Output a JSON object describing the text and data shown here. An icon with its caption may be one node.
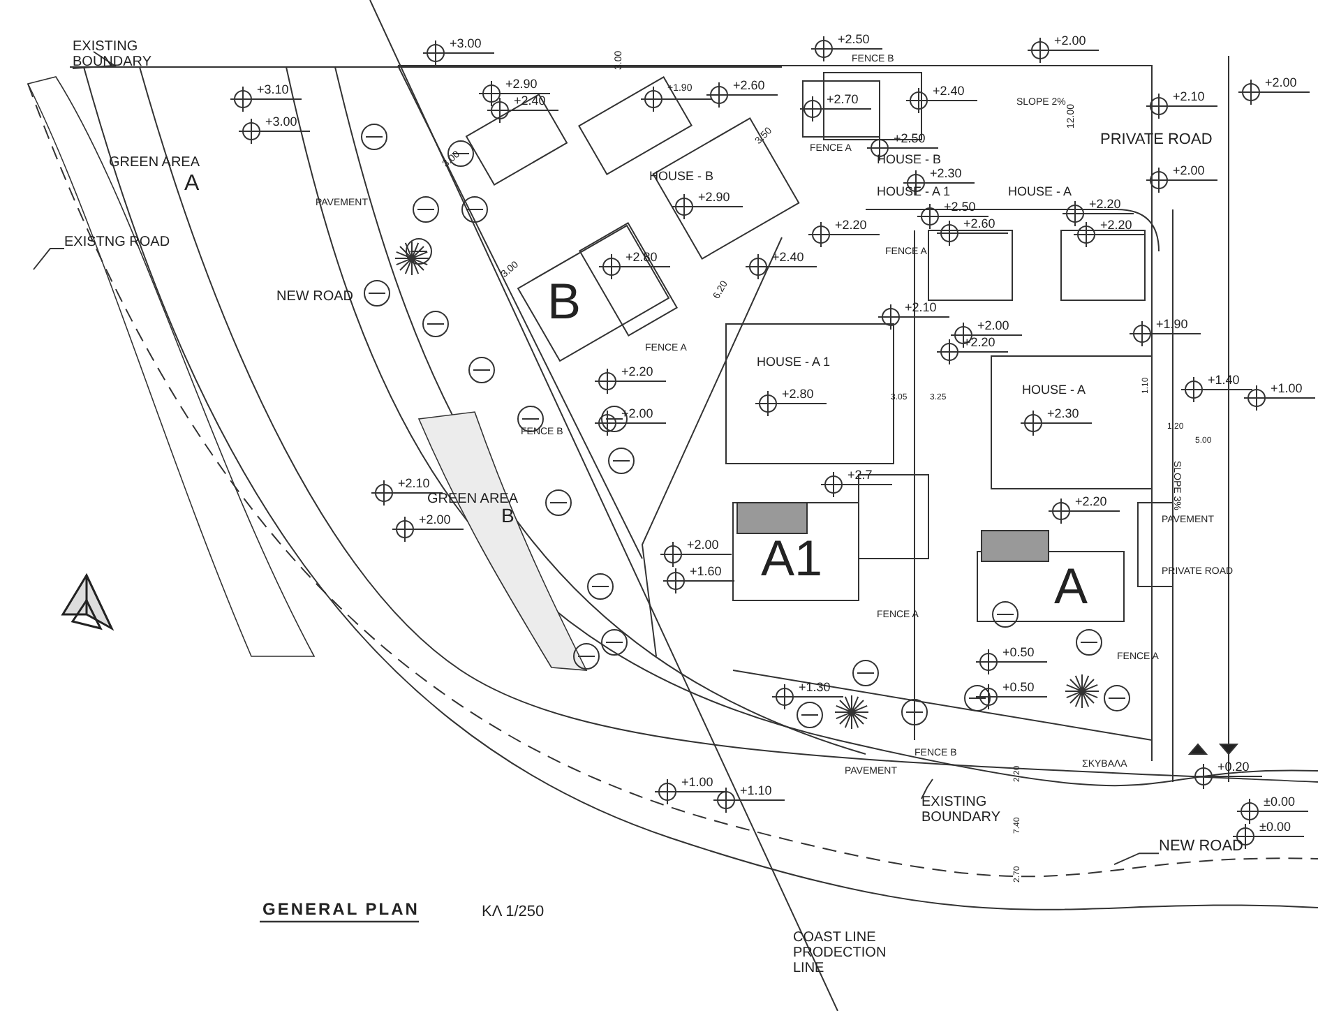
{
  "diagram": {
    "title": "GENERAL PLAN",
    "nodes": [
      {
        "text": [
          "EXISTING BOUNDARY"
        ]
      },
      {
        "text": [
          "EXISTNG ROAD"
        ]
      },
      {
        "text": [
          "EXISTING BOUNDARY"
        ]
      },
      {
        "text": [
          "NEW ROAD"
        ]
      }
    ],
    "edges": [
      {
        "from": 0,
        "to": null,
        "arrow": "none"
      },
      {
        "from": 1,
        "to": null,
        "arrow": "none"
      },
      {
        "from": 2,
        "to": null,
        "arrow": "none"
      },
      {
        "from": 3,
        "to": null,
        "arrow": "none"
      }
    ],
    "labels": [
      "+3.00",
      "+2.50",
      "FENCE B",
      "+2.00",
      "+3.10",
      "+3.00",
      "+2.90",
      "+2.40",
      "+1.90",
      "+2.60",
      "3.00",
      "+2.70",
      "+2.40",
      "SLOPE 2%",
      "+2.10",
      "+2.00",
      "GREEN AREA",
      "A",
      "PAVEMENT",
      "3.00",
      "HOUSE - B",
      "+2.90",
      "FENCE A",
      "3.50",
      "+2.50",
      "12.00",
      "PRIVATE ROAD",
      "HOUSE - B",
      "+2.30",
      "+2.00",
      "HOUSE - A 1",
      "+2.50",
      "HOUSE - A",
      "+2.20",
      "+2.20",
      "+2.60",
      "+2.20",
      "FENCE A",
      "+2.80",
      "+2.40",
      "3.00",
      "6.20",
      "NEW ROAD",
      "B",
      "+2.10",
      "+2.00",
      "+2.20",
      "+1.90",
      "FENCE A",
      "HOUSE - A 1",
      "+2.20",
      "+2.80",
      "3.05",
      "3.25",
      "HOUSE - A",
      "+2.30",
      "1.10",
      "+1.40",
      "+1.00",
      "+2.00",
      "1.20",
      "5.00",
      "FENCE B",
      "SLOPE 3%",
      "+2.10",
      "GREEN AREA",
      "B",
      "+2.00",
      "+2.7",
      "+2.20",
      "PAVEMENT",
      "+2.00",
      "+1.60",
      "A1",
      "PRIVATE ROAD",
      "A",
      "FENCE A",
      "+0.50",
      "FENCE A",
      "+1.30",
      "+0.50",
      "FENCE B",
      "PAVEMENT",
      "ΣΚΥΒΑΛΑ",
      "+0.20",
      "2.20",
      "+1.00",
      "+1.10",
      "7.40",
      "±0.00",
      "±0.00",
      "2.70",
      "ΚΛ 1/250",
      "COAST LINE PRODECTION LINE"
    ]
  }
}
